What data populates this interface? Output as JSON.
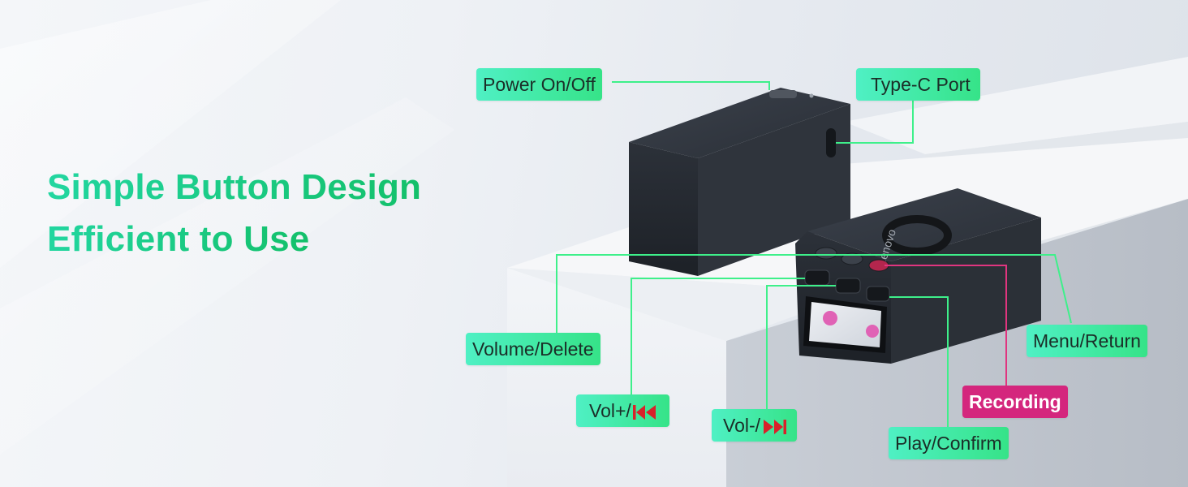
{
  "headline": {
    "line1": "Simple Button Design",
    "line2": "Efficient to Use"
  },
  "callouts": {
    "power": "Power On/Off",
    "typec": "Type-C Port",
    "volume_delete": "Volume/Delete",
    "menu_return": "Menu/Return",
    "vol_plus": "Vol+/",
    "vol_minus": "Vol-/",
    "recording": "Recording",
    "play_confirm": "Play/Confirm"
  },
  "icons": {
    "vol_plus_icon": "skip-back-icon",
    "vol_minus_icon": "skip-forward-icon"
  },
  "device": {
    "brand": "Lenovo"
  },
  "colors": {
    "headline_green": "#1fc98a",
    "callout_green": "#3ee8a8",
    "recording_pink": "#d4267d",
    "leader_line": "#3ef08a",
    "recording_line": "#e0357f",
    "icon_red": "#d8222a"
  }
}
